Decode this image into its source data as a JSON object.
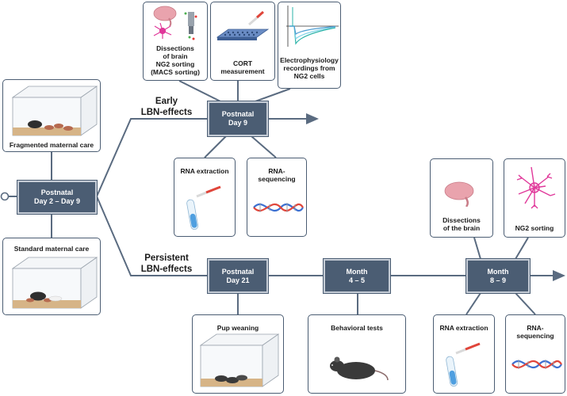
{
  "center": {
    "line1": "Postnatal",
    "line2": "Day 2 – Day 9"
  },
  "left_cards": {
    "fragmented": "Fragmented maternal care",
    "standard": "Standard maternal care"
  },
  "branches": {
    "early": {
      "line1": "Early",
      "line2": "LBN-effects"
    },
    "persistent": {
      "line1": "Persistent",
      "line2": "LBN-effects"
    }
  },
  "timepoints": {
    "p9": {
      "line1": "Postnatal",
      "line2": "Day 9"
    },
    "p21": {
      "line1": "Postnatal",
      "line2": "Day 21"
    },
    "m45": {
      "line1": "Month",
      "line2": "4 – 5"
    },
    "m89": {
      "line1": "Month",
      "line2": "8 – 9"
    }
  },
  "early_top": {
    "dissection": [
      "Dissections",
      "of brain",
      "NG2 sorting",
      "(MACS sorting)"
    ],
    "cort": [
      "CORT",
      "measurement"
    ],
    "ephys": [
      "Electrophysiology",
      "recordings from",
      "NG2 cells"
    ]
  },
  "early_bottom": {
    "rna_extraction": "RNA extraction",
    "rna_seq": [
      "RNA-",
      "sequencing"
    ]
  },
  "persistent_bottom": {
    "pup_weaning": "Pup weaning",
    "behavioral": "Behavioral tests"
  },
  "late_top": {
    "dissection": [
      "Dissections",
      "of the brain"
    ],
    "ng2_sorting": "NG2 sorting"
  },
  "late_bottom": {
    "rna_extraction": "RNA extraction",
    "rna_seq": [
      "RNA-",
      "sequencing"
    ]
  },
  "colors": {
    "node": "#4b5d73",
    "line": "#5a6b80",
    "accent": "#e0453a",
    "ng2": "#e0389a",
    "brain": "#e9a3ad"
  }
}
